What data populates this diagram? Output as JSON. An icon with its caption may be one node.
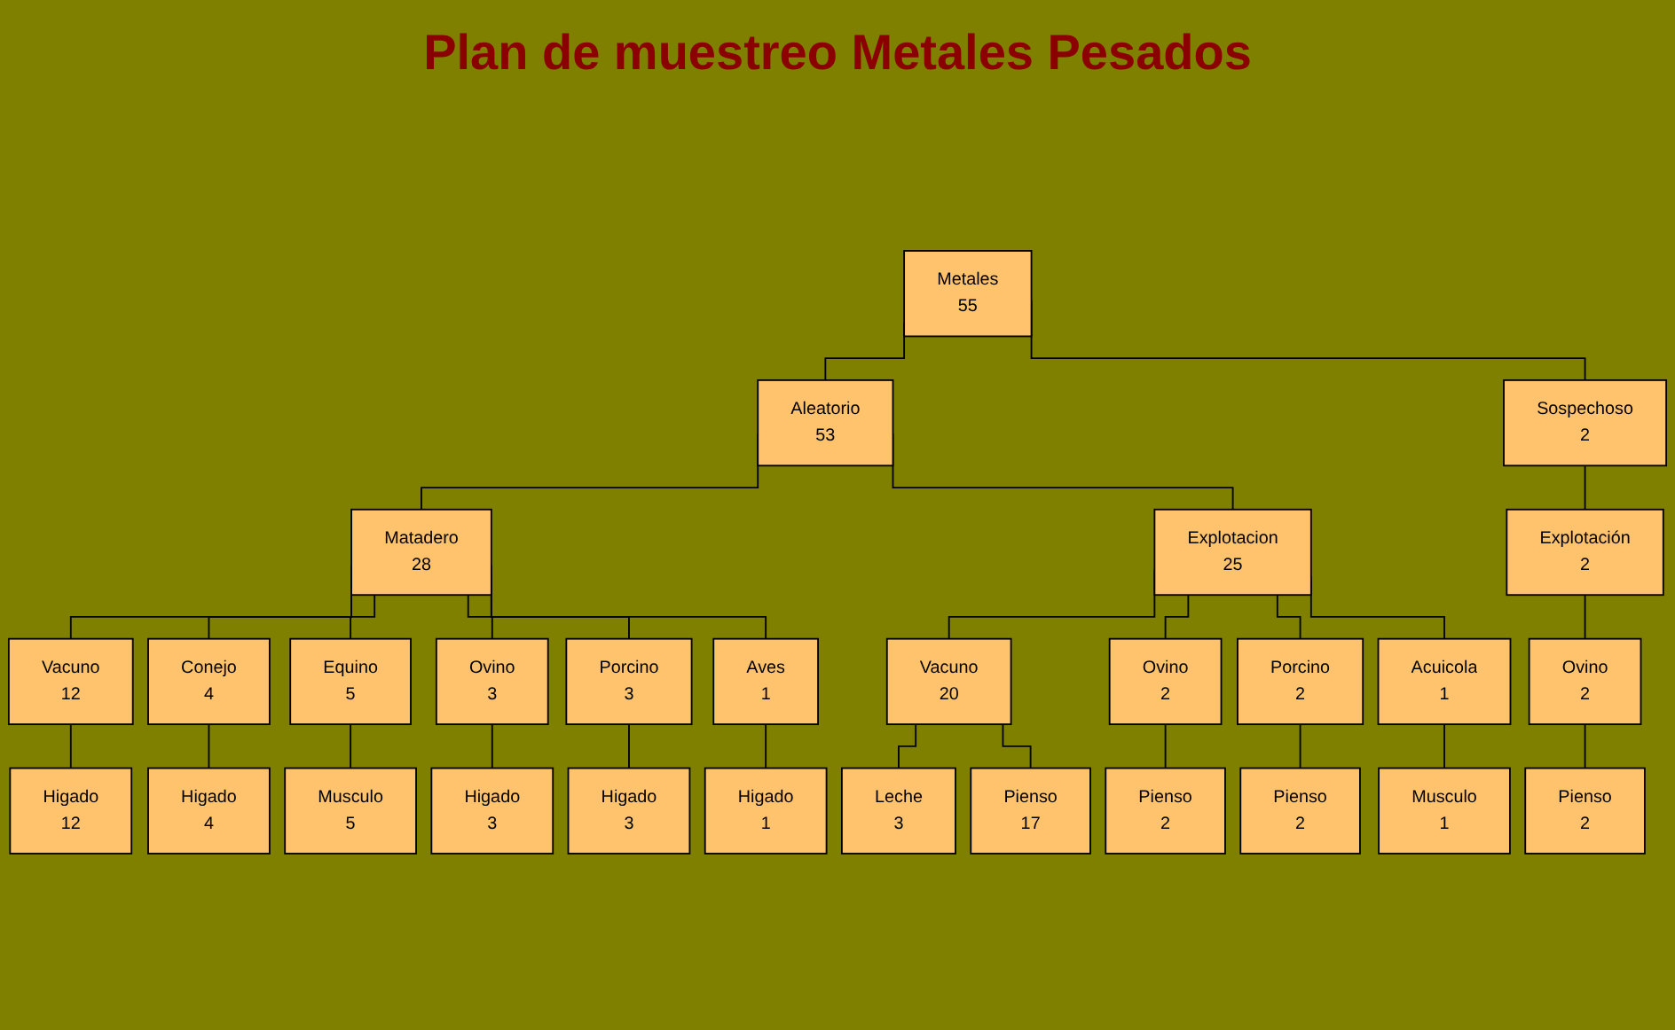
{
  "diagram": {
    "title": "Plan de muestreo Metales Pesados",
    "nodes": [
      {
        "text": [
          "Metales",
          "55"
        ]
      },
      {
        "text": [
          "Aleatorio",
          "53"
        ]
      },
      {
        "text": [
          "Sospechoso",
          "2"
        ]
      },
      {
        "text": [
          "Matadero",
          "28"
        ]
      },
      {
        "text": [
          "Explotacion",
          "25"
        ]
      },
      {
        "text": [
          "Explotación",
          "2"
        ]
      },
      {
        "text": [
          "Vacuno",
          "12"
        ]
      },
      {
        "text": [
          "Conejo",
          "4"
        ]
      },
      {
        "text": [
          "Equino",
          "5"
        ]
      },
      {
        "text": [
          "Ovino",
          "3"
        ]
      },
      {
        "text": [
          "Porcino",
          "3"
        ]
      },
      {
        "text": [
          "Aves",
          "1"
        ]
      },
      {
        "text": [
          "Vacuno",
          "20"
        ]
      },
      {
        "text": [
          "Ovino",
          "2"
        ]
      },
      {
        "text": [
          "Porcino",
          "2"
        ]
      },
      {
        "text": [
          "Acuicola",
          "1"
        ]
      },
      {
        "text": [
          "Ovino",
          "2"
        ]
      },
      {
        "text": [
          "Higado",
          "12"
        ]
      },
      {
        "text": [
          "Higado",
          "4"
        ]
      },
      {
        "text": [
          "Musculo",
          "5"
        ]
      },
      {
        "text": [
          "Higado",
          "3"
        ]
      },
      {
        "text": [
          "Higado",
          "3"
        ]
      },
      {
        "text": [
          "Higado",
          "1"
        ]
      },
      {
        "text": [
          "Leche",
          "3"
        ]
      },
      {
        "text": [
          "Pienso",
          "17"
        ]
      },
      {
        "text": [
          "Pienso",
          "2"
        ]
      },
      {
        "text": [
          "Pienso",
          "2"
        ]
      },
      {
        "text": [
          "Musculo",
          "1"
        ]
      },
      {
        "text": [
          "Pienso",
          "2"
        ]
      }
    ],
    "edges": [
      {
        "from": 0,
        "to": 1,
        "arrow": "none"
      },
      {
        "from": 0,
        "to": 2,
        "arrow": "none"
      },
      {
        "from": 1,
        "to": 3,
        "arrow": "none"
      },
      {
        "from": 1,
        "to": 4,
        "arrow": "none"
      },
      {
        "from": 2,
        "to": 5,
        "arrow": "none"
      },
      {
        "from": 3,
        "to": 6,
        "arrow": "none"
      },
      {
        "from": 3,
        "to": 7,
        "arrow": "none"
      },
      {
        "from": 3,
        "to": 8,
        "arrow": "none"
      },
      {
        "from": 3,
        "to": 9,
        "arrow": "none"
      },
      {
        "from": 3,
        "to": 10,
        "arrow": "none"
      },
      {
        "from": 3,
        "to": 11,
        "arrow": "none"
      },
      {
        "from": 4,
        "to": 12,
        "arrow": "none"
      },
      {
        "from": 4,
        "to": 13,
        "arrow": "none"
      },
      {
        "from": 4,
        "to": 14,
        "arrow": "none"
      },
      {
        "from": 4,
        "to": 15,
        "arrow": "none"
      },
      {
        "from": 5,
        "to": 16,
        "arrow": "none"
      },
      {
        "from": 6,
        "to": 17,
        "arrow": "none"
      },
      {
        "from": 7,
        "to": 18,
        "arrow": "none"
      },
      {
        "from": 8,
        "to": 19,
        "arrow": "none"
      },
      {
        "from": 9,
        "to": 20,
        "arrow": "none"
      },
      {
        "from": 10,
        "to": 21,
        "arrow": "none"
      },
      {
        "from": 11,
        "to": 22,
        "arrow": "none"
      },
      {
        "from": 12,
        "to": 23,
        "arrow": "none"
      },
      {
        "from": 12,
        "to": 24,
        "arrow": "none"
      },
      {
        "from": 13,
        "to": 25,
        "arrow": "none"
      },
      {
        "from": 14,
        "to": 26,
        "arrow": "none"
      },
      {
        "from": 15,
        "to": 27,
        "arrow": "none"
      },
      {
        "from": 16,
        "to": 28,
        "arrow": "none"
      }
    ]
  }
}
